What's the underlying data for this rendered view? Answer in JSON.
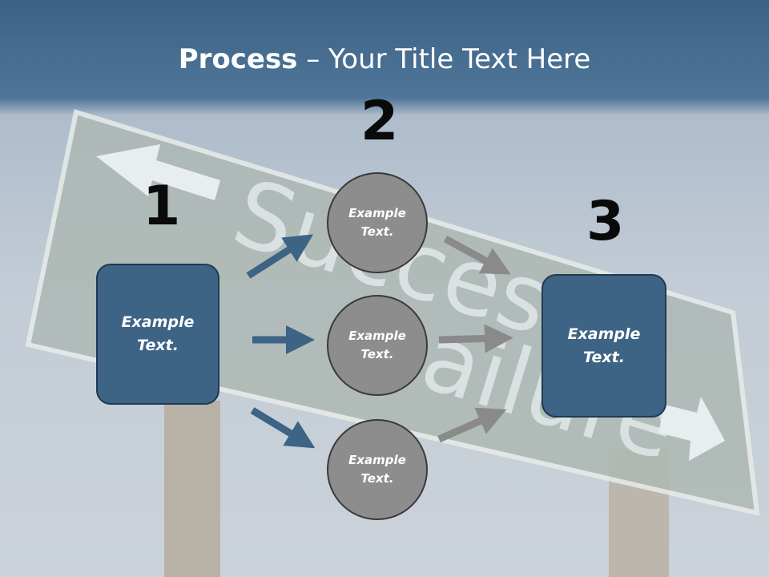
{
  "title": {
    "bold": "Process",
    "rest": " – Your Title Text Here"
  },
  "steps": {
    "n1": "1",
    "n2": "2",
    "n3": "3"
  },
  "box_left": "Example Text.",
  "box_right": "Example Text.",
  "circles": [
    "Example Text.",
    "Example Text.",
    "Example Text."
  ],
  "colors": {
    "box": "#3d6385",
    "circle": "#8d8d8d",
    "blue_arrow": "#3d6385",
    "gray_arrow": "#8a8a8a"
  }
}
